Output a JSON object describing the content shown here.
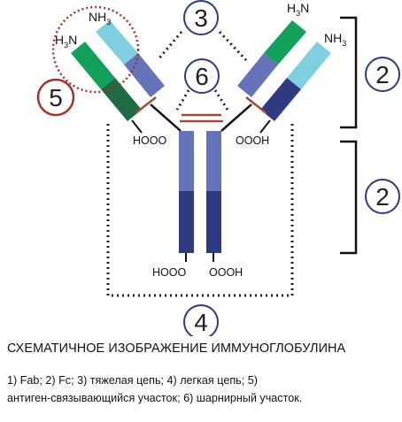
{
  "labels": {
    "nh3_left": "NH",
    "nh3_right": "NH",
    "h3n_left": "N",
    "h3n_right": "N",
    "sub3": "3",
    "cooh_left": "HOOO",
    "cooh_right": "OOOH",
    "cooh_bottom_left": "HOOO",
    "cooh_bottom_right": "OOOH"
  },
  "markers": {
    "m3": "3",
    "m6": "6",
    "m5": "5",
    "m4": "4",
    "m2_top": "2",
    "m2_bottom": "2"
  },
  "caption": {
    "title": "СХЕМАТИЧНОЕ ИЗОБРАЖЕНИЕ ИММУНОГЛОБУЛИНА",
    "line1": "1) Fab; 2) Fc; 3) тяжелая цепь; 4) легкая цепь; 5)",
    "line2": "антиген-связывающийся участок; 6) шарнирный участок."
  },
  "colors": {
    "heavy_light": "#6573b9",
    "heavy_dark": "#2f3a80",
    "light_cyan": "#80cfe0",
    "light_blue": "#5ba7d6",
    "green_bright": "#12a05a",
    "green_dark": "#1f6b45",
    "disulfide": "#a04a40",
    "circle_5": "#a0352c",
    "dots": "#222222"
  }
}
